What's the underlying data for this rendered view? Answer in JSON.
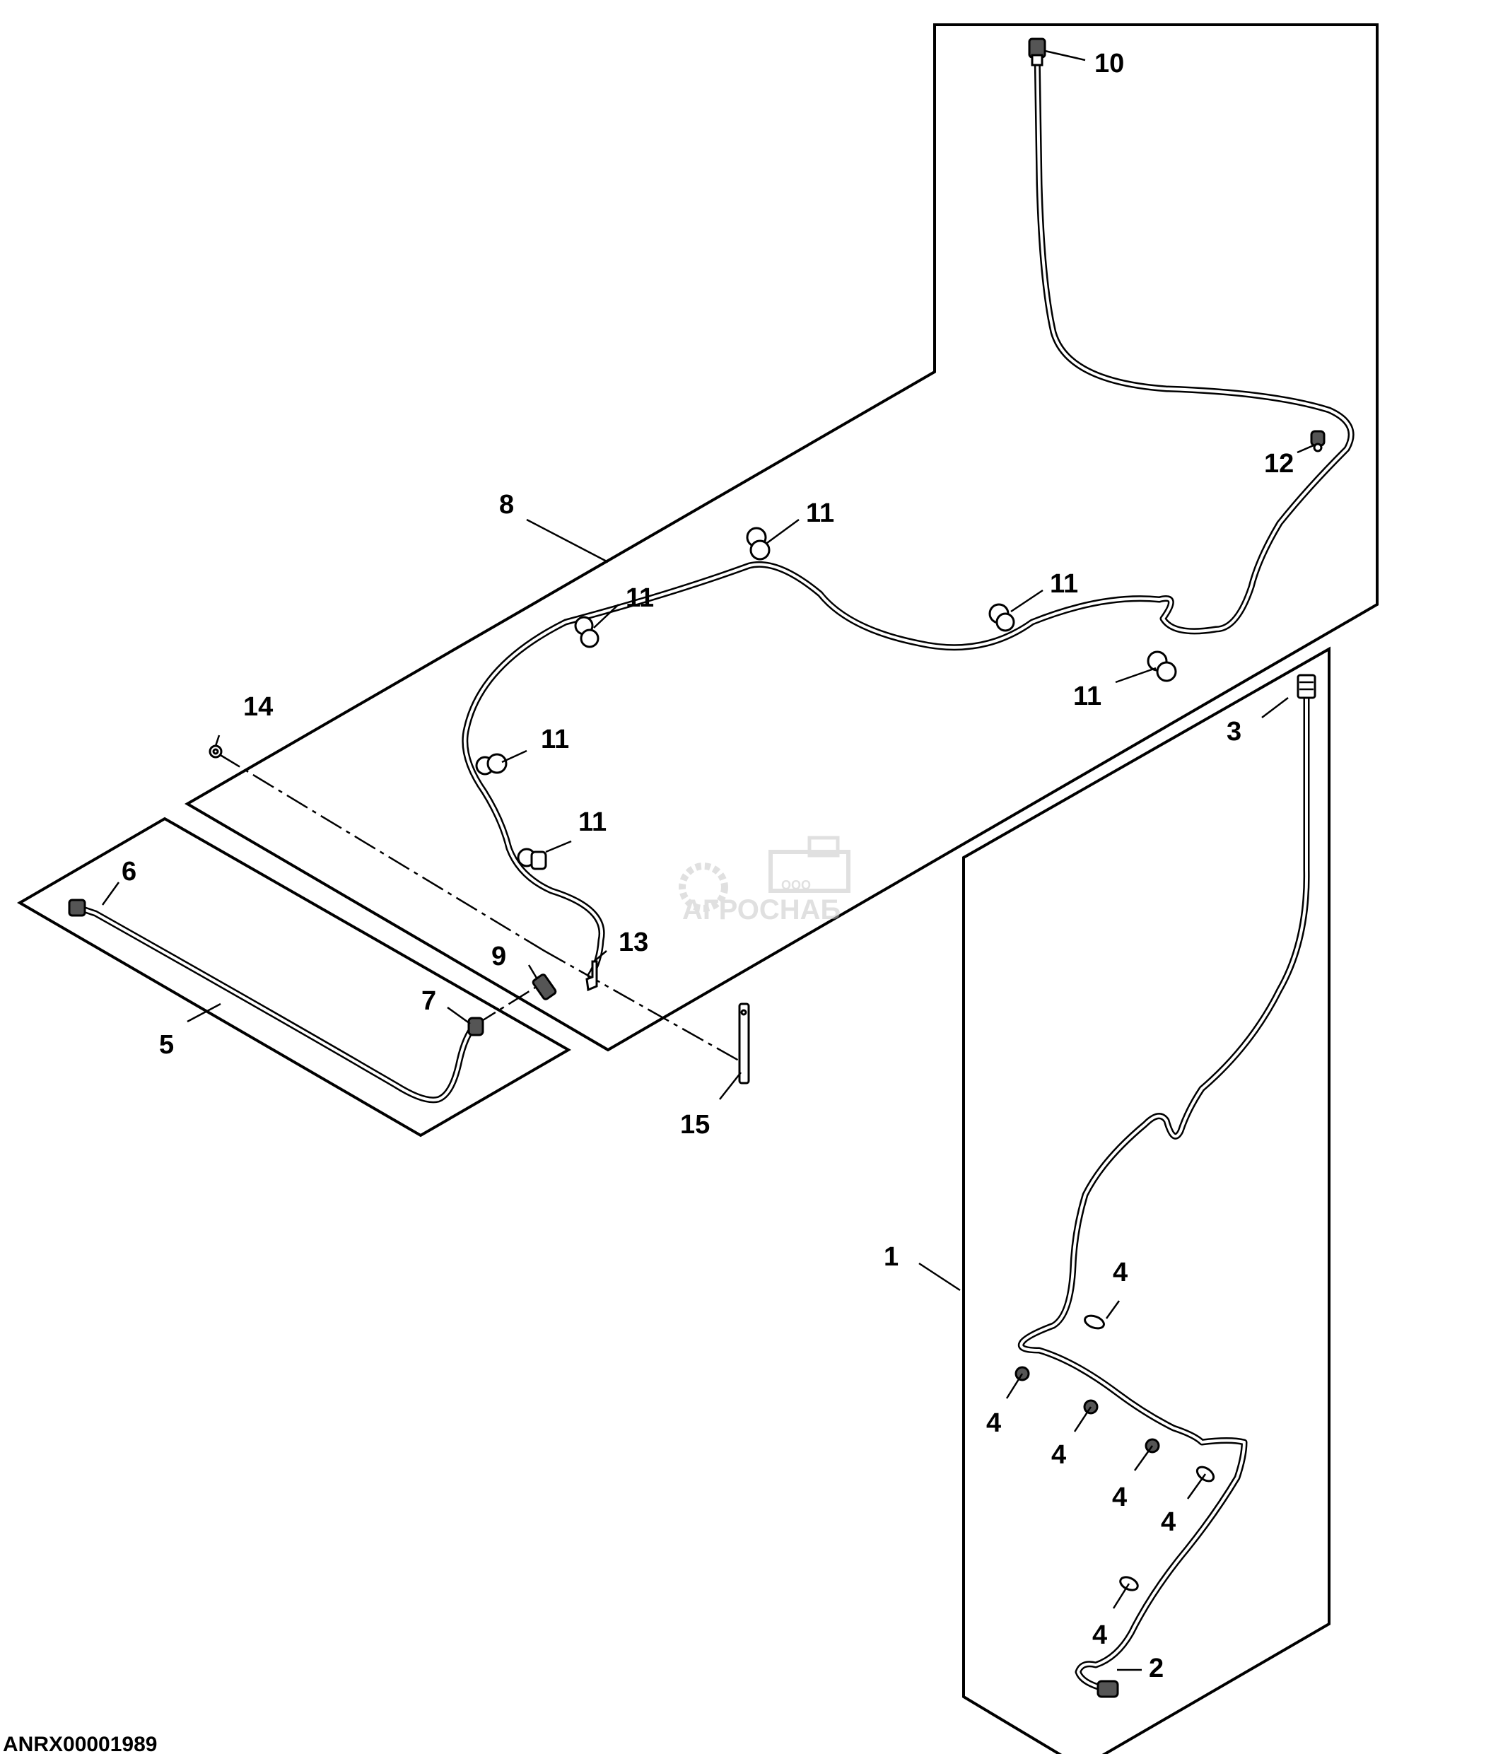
{
  "figure_id": "ANRX00001989",
  "watermark": {
    "small_text": "ООО",
    "brand": "АГРОСНАБ"
  },
  "callouts": {
    "c1": "1",
    "c2": "2",
    "c3": "3",
    "c4": "4",
    "c5": "5",
    "c6": "6",
    "c7": "7",
    "c8": "8",
    "c9": "9",
    "c10": "10",
    "c11": "11",
    "c12": "12",
    "c13": "13",
    "c14": "14",
    "c15": "15"
  }
}
